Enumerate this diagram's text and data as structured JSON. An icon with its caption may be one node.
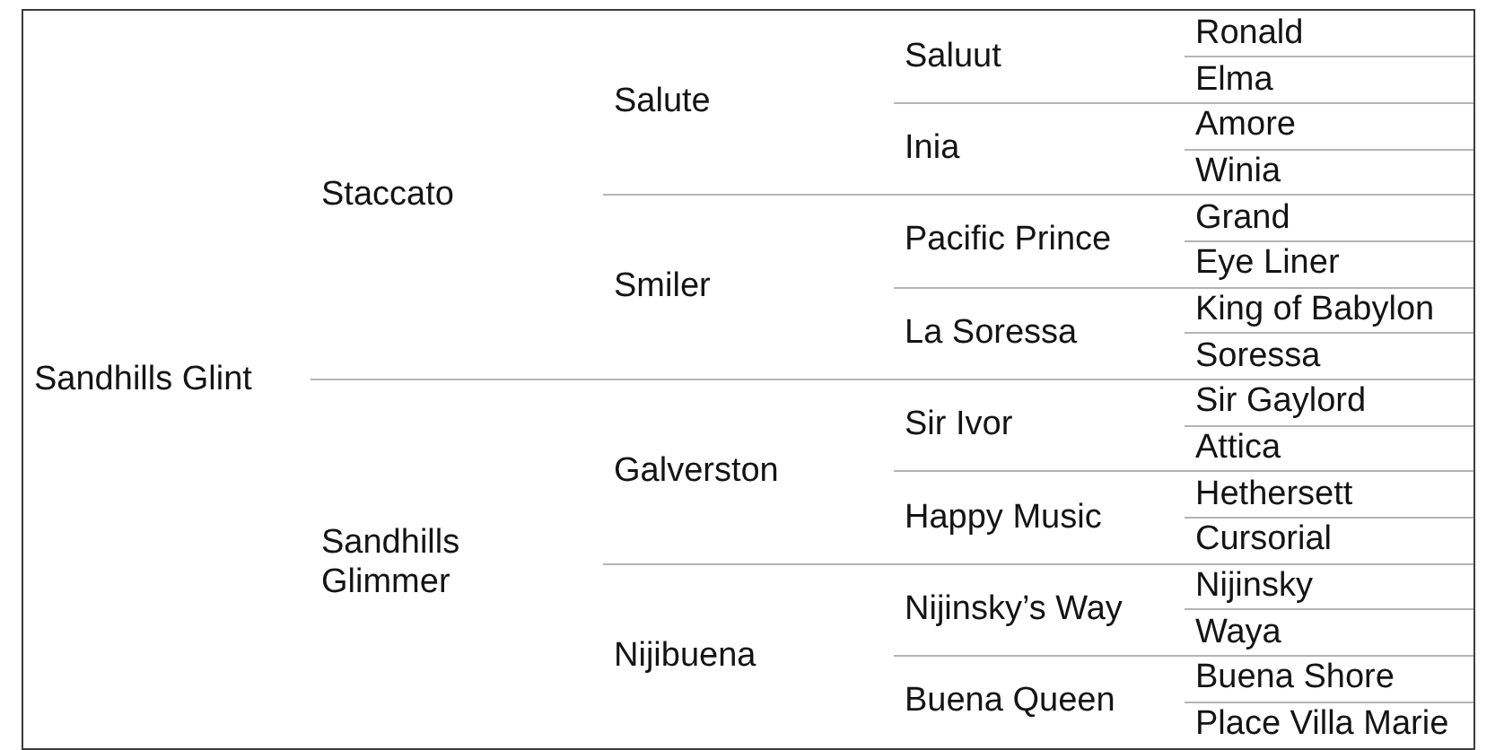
{
  "diagram": {
    "labels": [
      "Sandhills Glint",
      "Staccato",
      "Salute",
      "Saluut",
      "Ronald",
      "Elma",
      "Inia",
      "Amore",
      "Winia",
      "Smiler",
      "Pacific Prince",
      "Grand",
      "Eye Liner",
      "La Soressa",
      "King of Babylon",
      "Soressa",
      "Sandhills Glimmer",
      "Galverston",
      "Sir Ivor",
      "Sir Gaylord",
      "Attica",
      "Happy Music",
      "Hethersett",
      "Cursorial",
      "Nijibuena",
      "Nijinsky’s Way",
      "Nijinsky",
      "Waya",
      "Buena Queen",
      "Buena Shore",
      "Place Villa Marie"
    ]
  }
}
